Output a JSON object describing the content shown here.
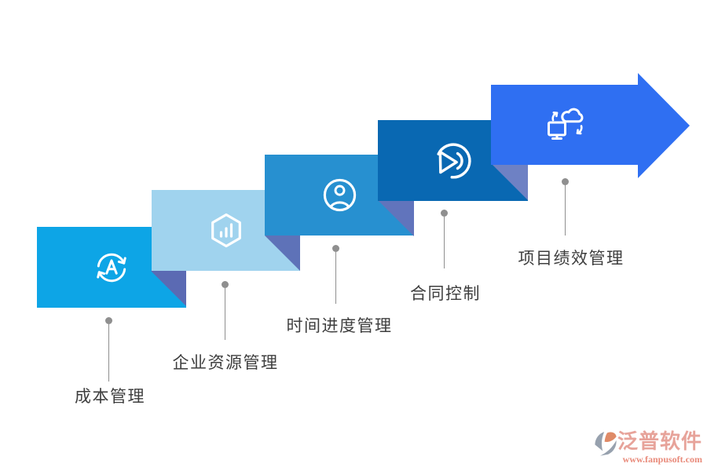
{
  "diagram": {
    "type": "staircase-process",
    "connector_color": "#8f8f8f",
    "label_color": "#3e3e3e",
    "icon_color": "#ffffff",
    "steps": [
      {
        "label": "成本管理",
        "icon": "sync-letter-a-icon",
        "banner_color": "#0da5e6",
        "fold_color": "#5b6ab3"
      },
      {
        "label": "企业资源管理",
        "icon": "hexagon-bar-chart-icon",
        "banner_color": "#a0d3ee",
        "fold_color": "#5e72b8"
      },
      {
        "label": "时间进度管理",
        "icon": "user-circle-icon",
        "banner_color": "#2790d0",
        "fold_color": "#6174bc"
      },
      {
        "label": "合同控制",
        "icon": "pie-arc-icon",
        "banner_color": "#0968b2",
        "fold_color": "#6e81c4"
      },
      {
        "label": "项目绩效管理",
        "icon": "cloud-sync-monitor-icon",
        "banner_color": "#2f6ff2"
      }
    ]
  },
  "watermark": {
    "brand": "泛普软件",
    "url": "www.fanpusoft.com",
    "brand_color": "#e7a39a",
    "url_color": "#e98a7a",
    "mark_gray": "#97a1ae",
    "mark_orange": "#df8a67"
  }
}
